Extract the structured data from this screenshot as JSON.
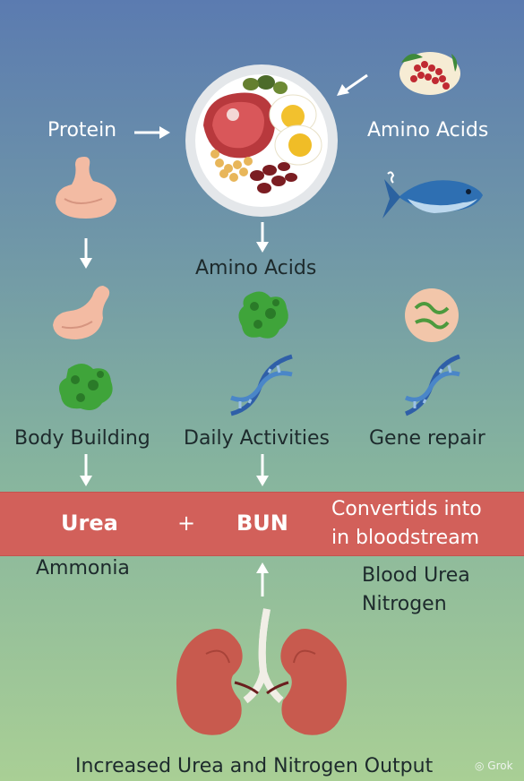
{
  "title": "High Protein Intake",
  "labels": {
    "protein": "Protein",
    "amino_acids_right": "Amino Acids",
    "amino_acids_center": "Amino Acids",
    "body_building": "Body Building",
    "daily_activities": "Daily Activities",
    "gene_repair": "Gene repair",
    "urea": "Urea",
    "plus": "+",
    "bun": "BUN",
    "convert_line1": "Convertids into",
    "convert_line2": "in bloodstream",
    "ammonia": "Ammonia",
    "bun_full_line1": "Blood Urea",
    "bun_full_line2": "Nitrogen",
    "footer": "Increased Urea and Nitrogen Output",
    "watermark": "Grok"
  },
  "colors": {
    "band": "#d2605a",
    "kidney": "#c85a4e",
    "green_blob": "#3fa43a",
    "dna_blue": "#2f5fa8",
    "muscle": "#f3c0a6"
  },
  "icons": [
    "plate-icon",
    "berries-icon",
    "fish-icon",
    "muscle-icon",
    "green-molecule-icon",
    "dna-icon",
    "bacteria-icon",
    "kidneys-icon",
    "arrow-icon"
  ]
}
